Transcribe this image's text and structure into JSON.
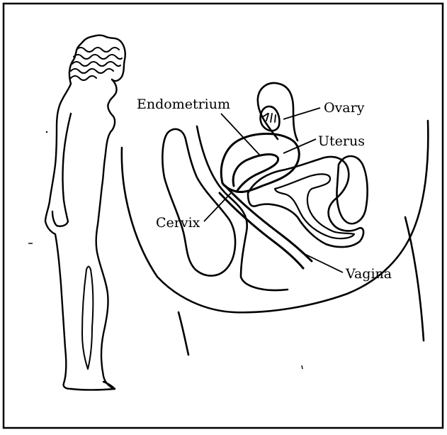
{
  "diagram": {
    "labels": {
      "endometrium": "Endometrium",
      "ovary": "Ovary",
      "uterus": "Uterus",
      "cervix": "Cervix",
      "vagina": "Vagina"
    }
  }
}
